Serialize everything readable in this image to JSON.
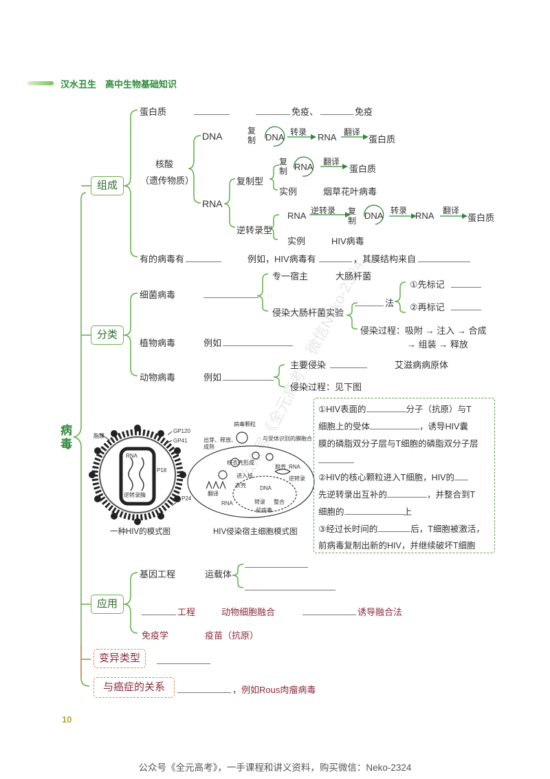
{
  "header": {
    "title": "汉水丑生　高中生物基础知识"
  },
  "root_label": "病毒",
  "groups": {
    "composition": "组成",
    "classification": "分类",
    "application": "应用",
    "variation": "变异类型",
    "cancer": "与癌症的关系"
  },
  "composition": {
    "protein": "蛋白质",
    "protein_immune_a": "免疫、",
    "protein_immune_b": "免疫",
    "nucleic_acid": "核酸",
    "genetic_material": "（遗传物质）",
    "dna": "DNA",
    "rna": "RNA",
    "replicate": "复\n制",
    "transcribe": "转录",
    "translate": "翻译",
    "protein_end": "蛋白质",
    "replicating_type": "复制型",
    "example": "实例",
    "tmv": "烟草花叶病毒",
    "retro_type": "逆转录型",
    "reverse_transcribe": "逆转录",
    "hiv_virus": "HIV病毒",
    "some_viruses": "有的病毒有",
    "example_hiv": "例如，HIV病毒有",
    "envelope_from": "，其膜结构来自"
  },
  "classification": {
    "bacteriophage": "细菌病毒",
    "specific_host": "专一宿主",
    "ecoli": "大肠杆菌",
    "infect_experiment": "侵染大肠杆菌实验",
    "method": "法",
    "first_label": "①先标记",
    "then_label": "②再标记",
    "infection_process_1": "侵染过程：吸附 → 注入 → 合成",
    "infection_process_2": "→ 组装 → 释放",
    "plant_virus": "植物病毒",
    "eg": "例如",
    "animal_virus": "动物病毒",
    "main_infect": "主要侵染",
    "aids": "艾滋病病原体",
    "see_figure": "侵染过程：见下图"
  },
  "hiv_figure": {
    "labels": {
      "lipid": "脂膜",
      "gp120": "GP120",
      "gp41": "GP41",
      "rna": "RNA",
      "p18": "P18",
      "reverse_enzyme": "逆转录酶",
      "p24": "P24"
    },
    "caption": "一种HIV的模式图"
  },
  "infection_figure": {
    "labels": {
      "virus_particle": "病毒颗粒",
      "release": "出芽、释放、",
      "mature": "成熟",
      "receptor": "与受体识别的膜融合",
      "shell": "核衣壳形成",
      "enter_nucleus": "进入核",
      "uncoat": "脱壳",
      "rna": "RNA",
      "coat": "衣壳",
      "dna": "DNA",
      "rt": "逆转录",
      "translate": "翻译",
      "transcribe": "转录",
      "integrate": "整合",
      "host_dna": "前病毒"
    },
    "caption": "HIV侵染宿主细胞模式图"
  },
  "hiv_box": {
    "l1a": "①HIV表面的",
    "l1b": "分子（抗原）与T",
    "l2a": "细胞上的受体",
    "l2b": "，诱导HIV囊",
    "l3": "膜的磷脂双分子层与T细胞的磷脂双分子层",
    "l5a": "②HIV的核心颗粒进入T细胞，HIV的",
    "l6a": "先逆转录出互补的",
    "l6b": "，并整合到T",
    "l7a": "细胞的",
    "l7b": "上",
    "l8a": "③经过长时间的",
    "l8b": "后，T细胞被激活，",
    "l9": "前病毒复制出新的HIV，并继续破坏T细胞"
  },
  "application": {
    "gene_engineering": "基因工程",
    "vector": "运载体",
    "engineering": "工程",
    "cell_fusion": "动物细胞融合",
    "induce_fusion": "诱导融合法",
    "immunology": "免疫学",
    "vaccine": "疫苗（抗原）"
  },
  "cancer": {
    "example": "，例如Rous肉瘤病毒"
  },
  "page_number": "10",
  "footer": "公众号《全元高考》，一手课程和讲义资料，购买微信：Neko-2324",
  "watermark": "公众号《全元高考》 微信Neko-2324",
  "colors": {
    "green": "#5fae46",
    "dark_green": "#2f6e2a",
    "orange": "#d9863d",
    "wine": "#8a2a3a"
  }
}
